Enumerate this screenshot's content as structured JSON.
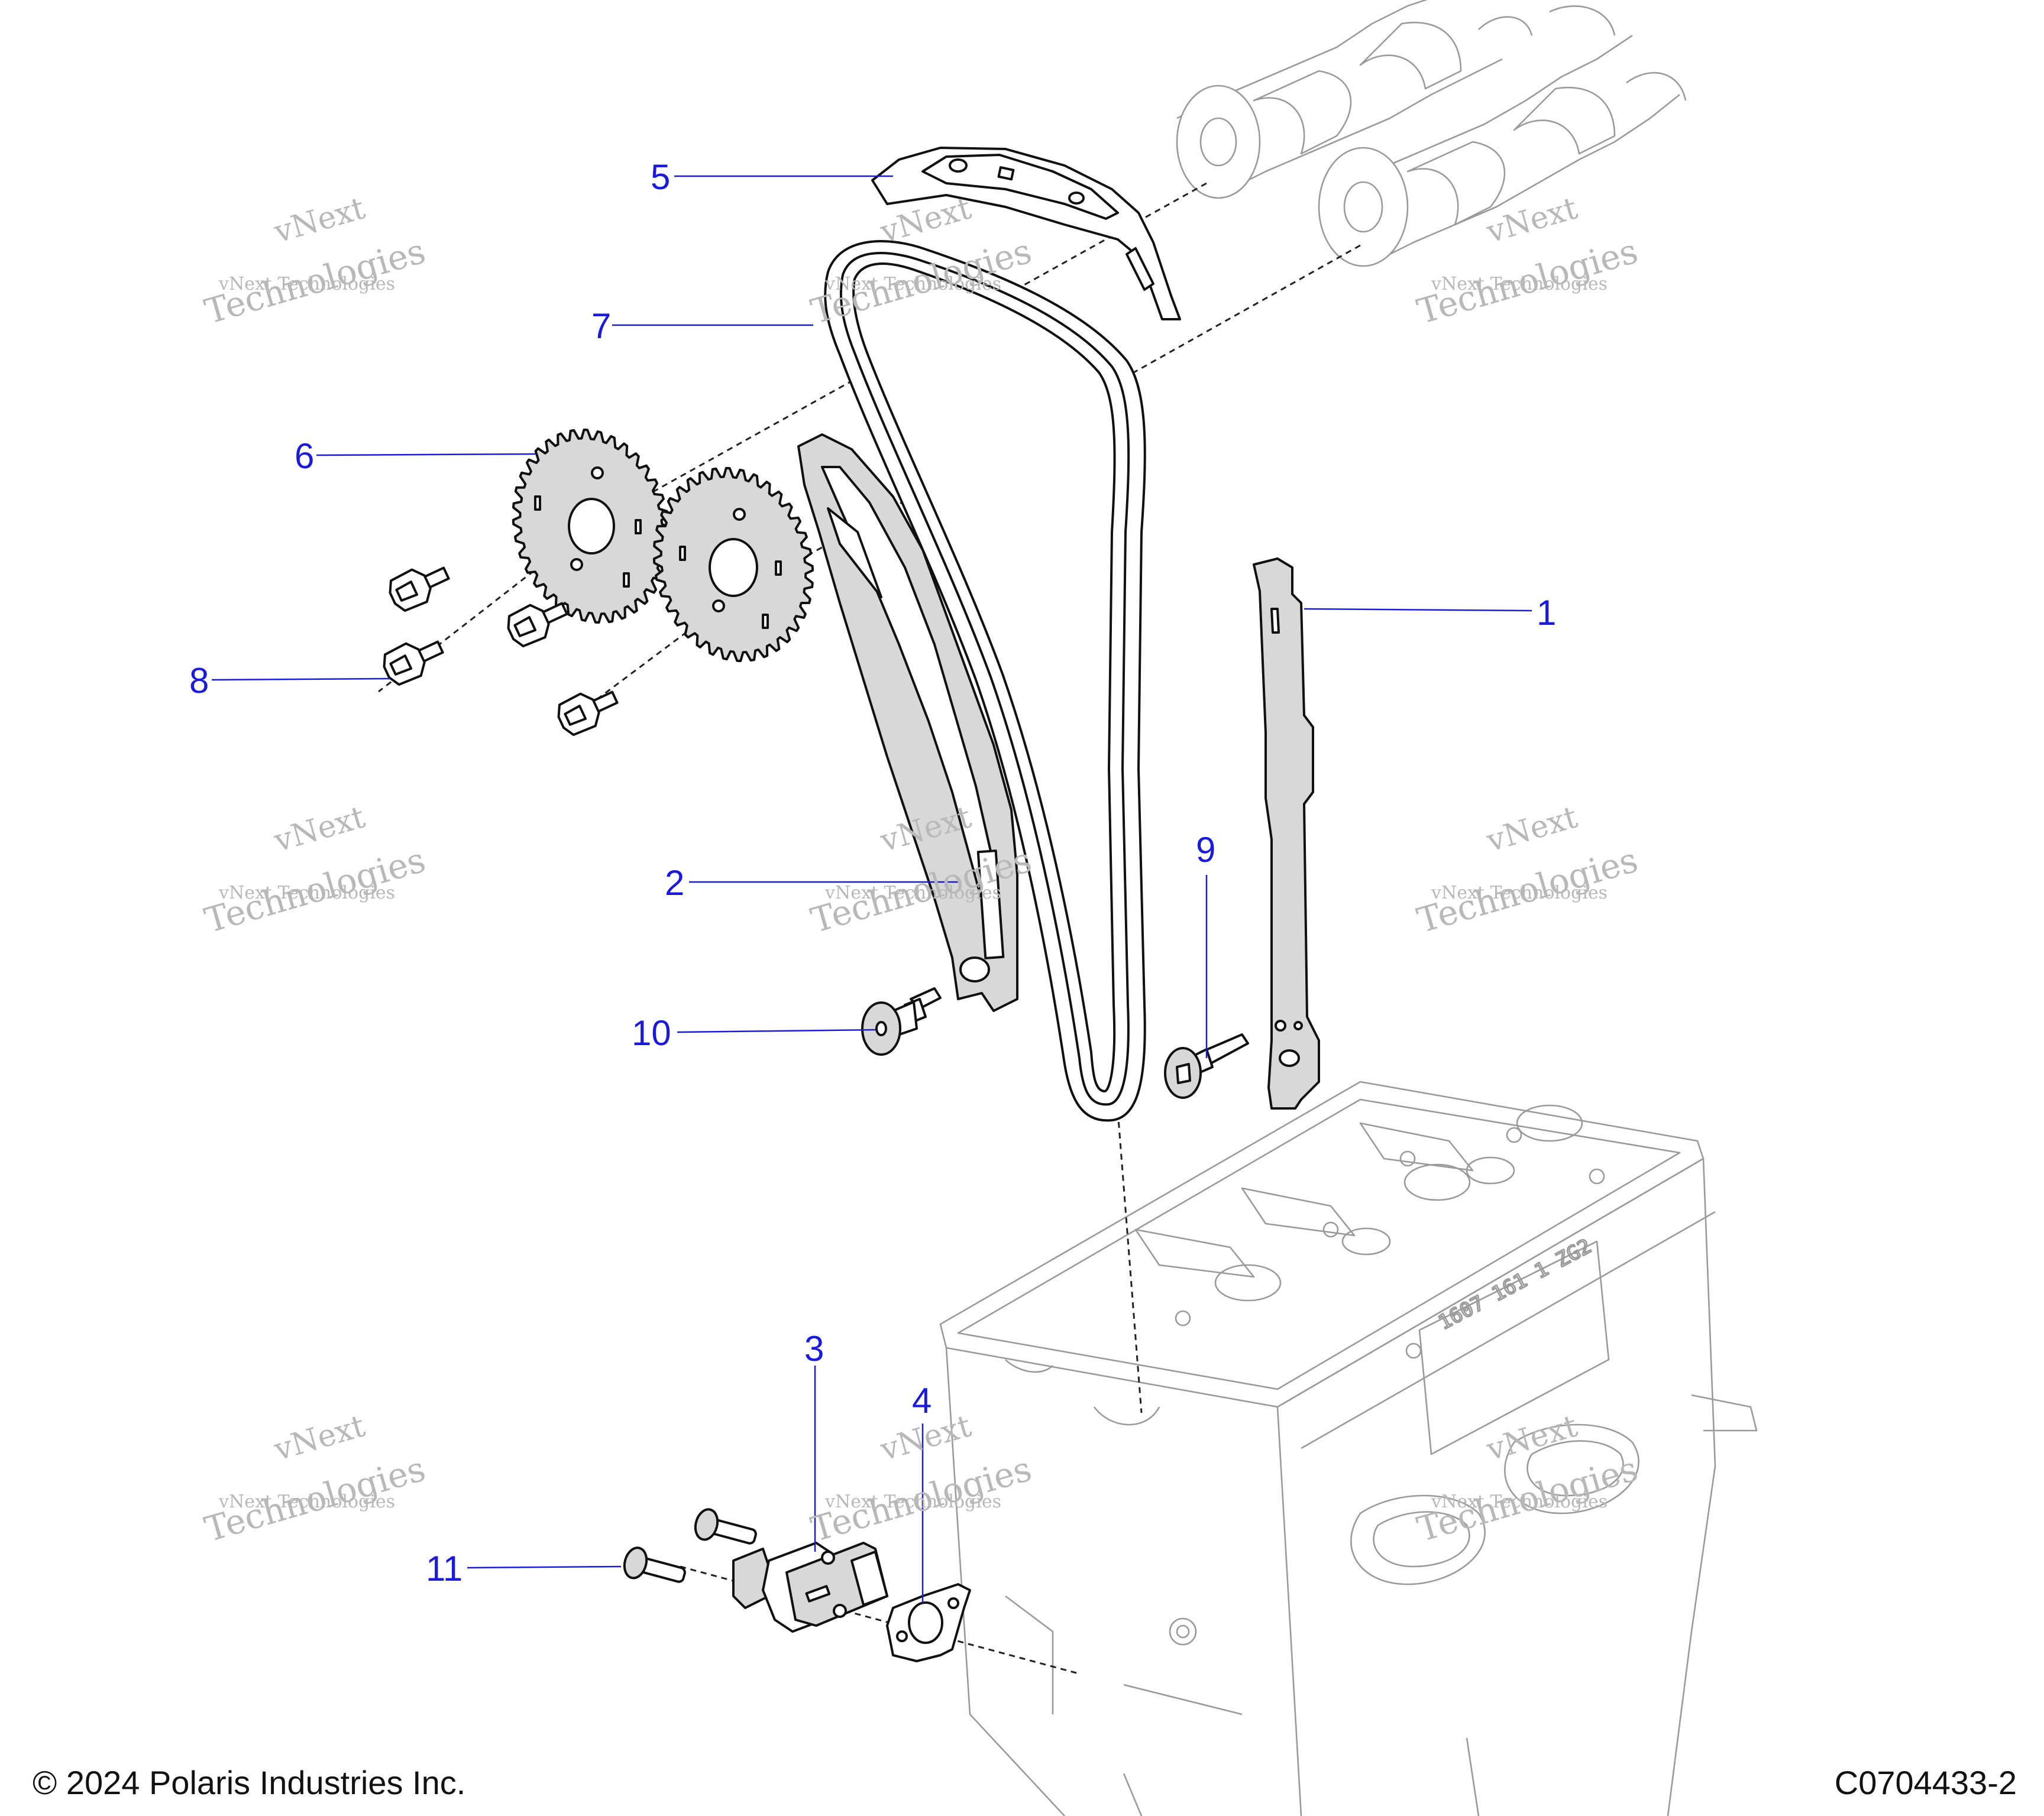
{
  "callouts": [
    {
      "id": "1",
      "label": "1"
    },
    {
      "id": "2",
      "label": "2"
    },
    {
      "id": "3",
      "label": "3"
    },
    {
      "id": "4",
      "label": "4"
    },
    {
      "id": "5",
      "label": "5"
    },
    {
      "id": "6",
      "label": "6"
    },
    {
      "id": "7",
      "label": "7"
    },
    {
      "id": "8",
      "label": "8"
    },
    {
      "id": "9",
      "label": "9"
    },
    {
      "id": "10",
      "label": "10"
    },
    {
      "id": "11",
      "label": "11"
    }
  ],
  "watermark": {
    "line1": "vNext",
    "line2": "vNext Technologies",
    "line3": "Technologies"
  },
  "head_casting_text": "1607 161 1 ZG2",
  "footer": {
    "copyright": "© 2024 Polaris Industries Inc.",
    "figure_code": "C0704433-2"
  },
  "colors": {
    "callout": "#1a1adf",
    "line_art": "#111111",
    "ghost": "#9a9a9a"
  }
}
